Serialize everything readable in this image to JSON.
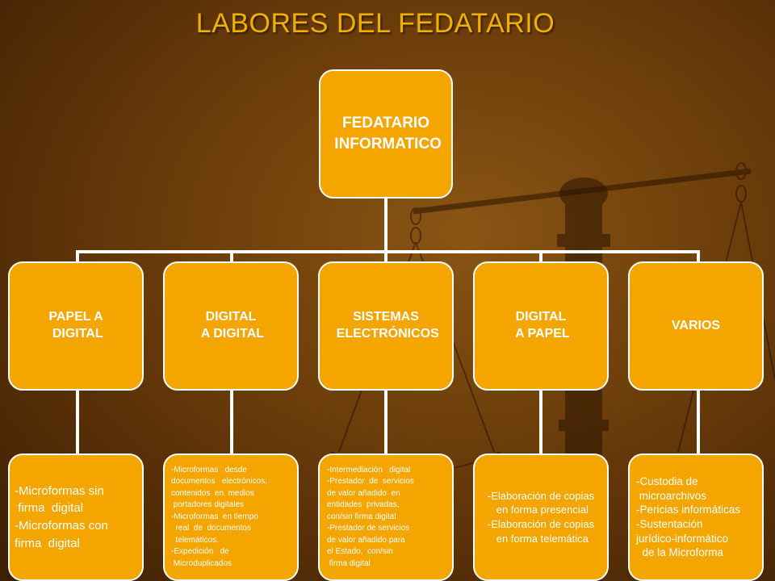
{
  "title": "LABORES DEL FEDATARIO",
  "root": "FEDATARIO\n INFORMATICO",
  "categories": [
    {
      "label": "PAPEL A\n DIGITAL",
      "detail": "-Microformas sin\n firma  digital\n-Microformas con\nfirma  digital"
    },
    {
      "label": "DIGITAL\n A DIGITAL",
      "detail": "-Microformas   desde\ndocumentos   electrónicos,\ncontenidos  en  medios\n portadores digitales\n-Microformas  en tiempo\n  real  de  documentos\n  telemáticos.\n-Expedición   de\n Microduplicados"
    },
    {
      "label": "SISTEMAS\n ELECTRÓNICOS",
      "detail": "-Intermediación   digital\n-Prestador  de  servicios\nde valor añadido  en\nentidades  privadas,\ncon/sin firma digital\n-Prestador de servicios\nde valor añadido para\nel Estado,  con/sin\n firma digital"
    },
    {
      "label": "DIGITAL\n A PAPEL",
      "detail": "-Elaboración de copias\n en forma presencial\n-Elaboración de copias\n en forma telemática"
    },
    {
      "label": "VARIOS",
      "detail": "-Custodia de\n microarchivos\n-Pericias informáticas\n-Sustentación\njurídico-informático\n  de la Microforma"
    }
  ]
}
